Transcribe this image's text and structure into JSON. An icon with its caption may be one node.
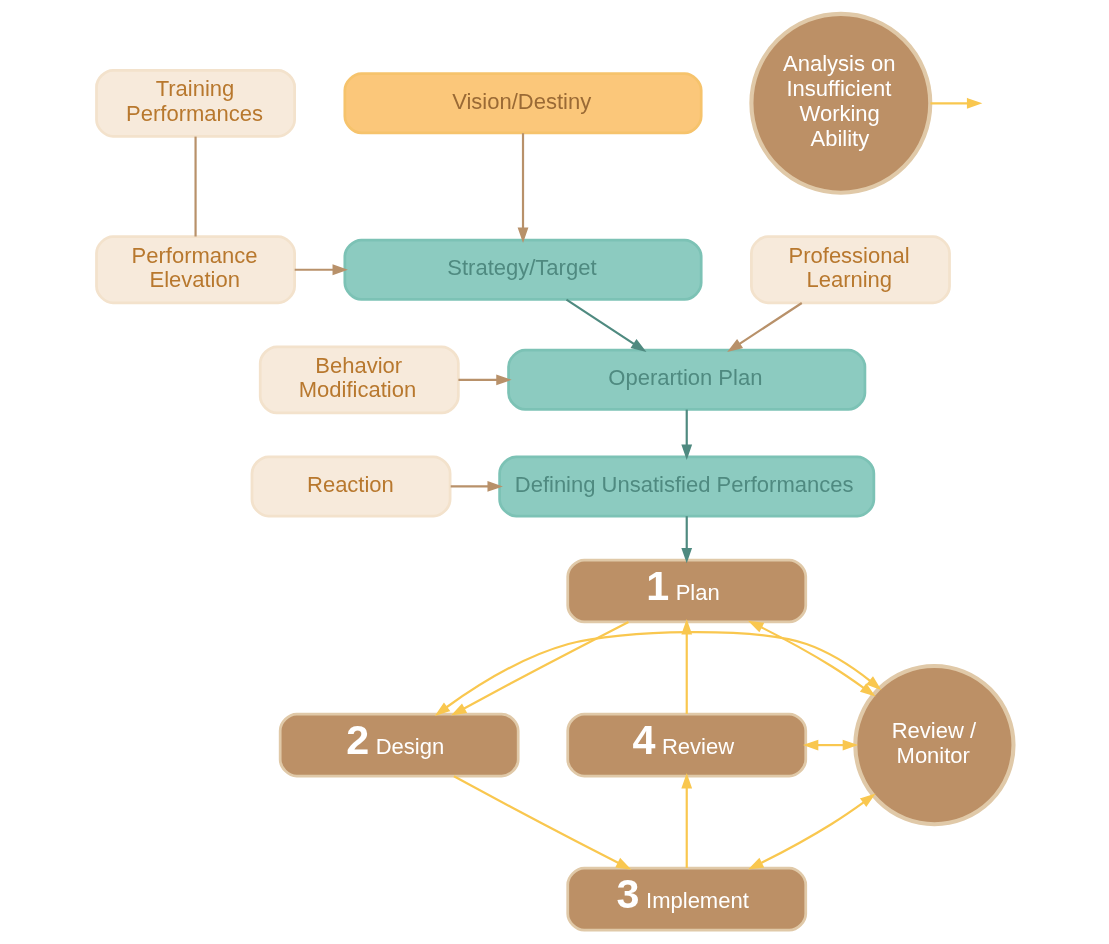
{
  "diagram": {
    "nodes": [
      {
        "text": [
          "Training Performances"
        ]
      },
      {
        "text": [
          "Performance Elevation"
        ]
      },
      {
        "text": [
          "Behavior Modification"
        ]
      },
      {
        "text": [
          "Professional Learning"
        ]
      },
      {
        "text": [
          "Reaction"
        ]
      },
      {
        "text": [
          "Vision/Destiny"
        ]
      },
      {
        "text": [
          "Strategy/Target"
        ]
      },
      {
        "text": [
          "Operartion Plan"
        ]
      },
      {
        "text": [
          "Defining Unsatisfied Performances"
        ]
      },
      {
        "text": [
          "Analysis on Insufficient Working Ability"
        ]
      },
      {
        "text": [
          "1",
          "Plan"
        ]
      },
      {
        "text": [
          "Review / Monitor"
        ]
      },
      {
        "text": [
          "4",
          "Review"
        ]
      },
      {
        "text": [
          "2",
          "Design"
        ]
      },
      {
        "text": [
          "3",
          "Implement"
        ]
      }
    ],
    "edges": [
      {
        "from": 0,
        "to": 1,
        "arrow": "none",
        "color": "#b8916a"
      },
      {
        "from": 1,
        "to": 6,
        "arrow": "to",
        "color": "#b8916a"
      },
      {
        "from": 2,
        "to": 7,
        "arrow": "to",
        "color": "#b8916a"
      },
      {
        "from": 3,
        "to": 7,
        "arrow": "to",
        "color": "#b8916a"
      },
      {
        "from": 4,
        "to": 8,
        "arrow": "to",
        "color": "#b8916a"
      },
      {
        "from": 5,
        "to": 6,
        "arrow": "to",
        "color": "#b8916a"
      },
      {
        "from": 6,
        "to": 7,
        "arrow": "to",
        "color": "#4f8a80"
      },
      {
        "from": 7,
        "to": 8,
        "arrow": "to",
        "color": "#4f8a80"
      },
      {
        "from": 8,
        "to": 10,
        "arrow": "to",
        "color": "#4f8a80"
      },
      {
        "from": 9,
        "to": null,
        "arrow": "to"
      },
      {
        "from": 10,
        "to": 13,
        "arrow": "to"
      },
      {
        "from": 13,
        "to": 14,
        "arrow": "to"
      },
      {
        "from": 14,
        "to": 12,
        "arrow": "to"
      },
      {
        "from": 12,
        "to": 10,
        "arrow": "to"
      },
      {
        "from": 10,
        "to": 11,
        "arrow": "both"
      },
      {
        "from": 12,
        "to": 11,
        "arrow": "both"
      },
      {
        "from": 13,
        "to": 11,
        "arrow": "both"
      },
      {
        "from": 14,
        "to": 11,
        "arrow": "both"
      }
    ]
  }
}
